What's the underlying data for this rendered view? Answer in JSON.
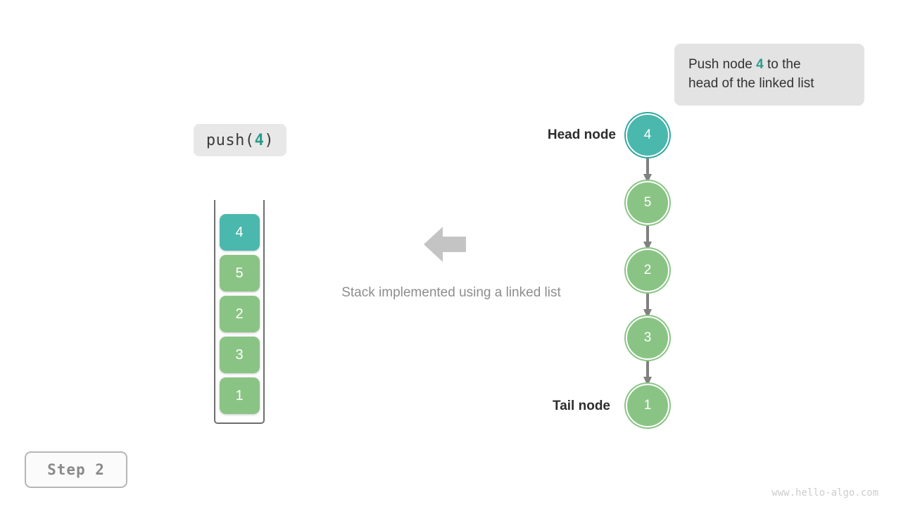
{
  "annotation": {
    "text_before": "Push node ",
    "highlight": "4",
    "text_after": " to the",
    "text_line2": "head of the linked list"
  },
  "operation": {
    "prefix": "push(",
    "value": "4",
    "suffix": ")"
  },
  "stack": {
    "cells": [
      {
        "value": "4",
        "color": "teal"
      },
      {
        "value": "5",
        "color": "green"
      },
      {
        "value": "2",
        "color": "green"
      },
      {
        "value": "3",
        "color": "green"
      },
      {
        "value": "1",
        "color": "green"
      }
    ]
  },
  "center": {
    "caption": "Stack implemented using a linked list",
    "arrow_icon": "arrow-left-icon"
  },
  "linked_list": {
    "nodes": [
      {
        "value": "4",
        "color": "teal"
      },
      {
        "value": "5",
        "color": "green"
      },
      {
        "value": "2",
        "color": "green"
      },
      {
        "value": "3",
        "color": "green"
      },
      {
        "value": "1",
        "color": "green"
      }
    ],
    "head_label": "Head node",
    "tail_label": "Tail node"
  },
  "step": {
    "label": "Step 2"
  },
  "watermark": {
    "text": "www.hello-algo.com"
  },
  "colors": {
    "teal": "#4ab8ad",
    "teal_ring": "#31a8a0",
    "green": "#8ac485",
    "highlight_text": "#2c9a8c",
    "arrow_gray": "#808080",
    "block_arrow_gray": "#c4c4c4",
    "callout_bg": "#e3e3e3"
  }
}
